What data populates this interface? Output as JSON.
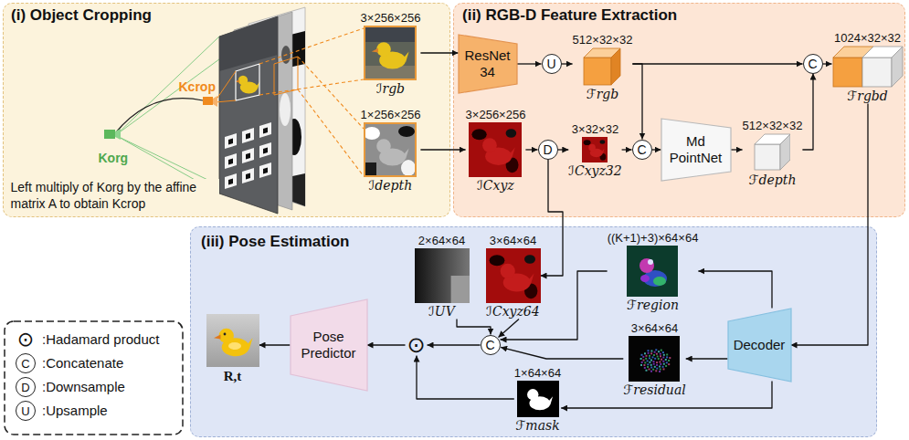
{
  "diagram": {
    "nodes": [
      {
        "text": [
          "(i) Object Cropping"
        ]
      },
      {
        "text": [
          "3×256×256",
          "ℐrgb"
        ],
        "in": 0
      },
      {
        "text": [
          "1×256×256",
          "ℐdepth"
        ],
        "in": 0
      },
      {
        "text": [
          "(ii) RGB-D Feature Extraction"
        ]
      },
      {
        "text": [
          "ResNet 34"
        ],
        "in": 3
      },
      {
        "text": [
          "U"
        ],
        "in": 3
      },
      {
        "text": [
          "512×32×32",
          "ℱrgb"
        ],
        "in": 3
      },
      {
        "text": [
          "C"
        ],
        "in": 3
      },
      {
        "text": [
          "1024×32×32",
          "ℱrgbd"
        ],
        "in": 3
      },
      {
        "text": [
          "3×256×256",
          "ℐCxyz"
        ],
        "in": 3
      },
      {
        "text": [
          "D"
        ],
        "in": 3
      },
      {
        "text": [
          "3×32×32",
          "ℐCxyz32"
        ],
        "in": 3
      },
      {
        "text": [
          "C"
        ],
        "in": 3
      },
      {
        "text": [
          "Md PointNet"
        ],
        "in": 3
      },
      {
        "text": [
          "512×32×32",
          "ℱdepth"
        ],
        "in": 3
      },
      {
        "text": [
          "(iii) Pose Estimation"
        ]
      },
      {
        "text": [
          "2×64×64",
          "ℐUV"
        ],
        "in": 15
      },
      {
        "text": [
          "3×64×64",
          "ℐCxyz64"
        ],
        "in": 15
      },
      {
        "text": [
          "((K+1)+3)×64×64",
          "ℱregion"
        ],
        "in": 15
      },
      {
        "text": [
          "Decoder"
        ],
        "in": 15
      },
      {
        "text": [
          "C"
        ],
        "in": 15
      },
      {
        "text": [
          "3×64×64",
          "ℱresidual"
        ],
        "in": 15
      },
      {
        "text": [
          "1×64×64",
          "ℱmask"
        ],
        "in": 15
      },
      {
        "text": [
          "⊙"
        ],
        "in": 15
      },
      {
        "text": [
          "Pose Predictor"
        ],
        "in": 15
      },
      {
        "text": [
          "R,t"
        ],
        "in": 15
      }
    ],
    "edges": [
      {
        "from": 1,
        "to": 4,
        "arrow": "to"
      },
      {
        "from": 2,
        "to": 9,
        "arrow": "to"
      },
      {
        "from": 4,
        "to": 5,
        "arrow": "to"
      },
      {
        "from": 5,
        "to": 6,
        "arrow": "to"
      },
      {
        "from": 6,
        "to": 7,
        "arrow": "to"
      },
      {
        "from": 6,
        "to": 12,
        "arrow": "to"
      },
      {
        "from": 9,
        "to": 10,
        "arrow": "to"
      },
      {
        "from": 10,
        "to": 11,
        "arrow": "to"
      },
      {
        "from": 11,
        "to": 12,
        "arrow": "to"
      },
      {
        "from": 12,
        "to": 13,
        "arrow": "to"
      },
      {
        "from": 13,
        "to": 14,
        "arrow": "to"
      },
      {
        "from": 14,
        "to": 7,
        "arrow": "to"
      },
      {
        "from": 7,
        "to": 8,
        "arrow": "to"
      },
      {
        "from": 8,
        "to": 19,
        "arrow": "to"
      },
      {
        "from": 10,
        "to": 17,
        "arrow": "to"
      },
      {
        "from": 19,
        "to": 18,
        "arrow": "to"
      },
      {
        "from": 19,
        "to": 21,
        "arrow": "to"
      },
      {
        "from": 19,
        "to": 22,
        "arrow": "to"
      },
      {
        "from": 16,
        "to": 20,
        "arrow": "to"
      },
      {
        "from": 17,
        "to": 20,
        "arrow": "to"
      },
      {
        "from": 18,
        "to": 20,
        "arrow": "to"
      },
      {
        "from": 21,
        "to": 20,
        "arrow": "to"
      },
      {
        "from": 20,
        "to": 23,
        "arrow": "to"
      },
      {
        "from": 22,
        "to": 23,
        "arrow": "to"
      },
      {
        "from": 23,
        "to": 24,
        "arrow": "to"
      },
      {
        "from": 24,
        "to": 25,
        "arrow": "to"
      }
    ],
    "labels": [
      "Kcrop",
      "Korg",
      "Left multiply of Korg by the affine matrix A to obtain Kcrop",
      "⊙",
      "C",
      "D",
      "U"
    ],
    "legend": [
      {
        "text": ":Hadamard product"
      },
      {
        "text": ":Concatenate"
      },
      {
        "text": ":Downsample"
      },
      {
        "text": ":Upsample"
      }
    ]
  }
}
